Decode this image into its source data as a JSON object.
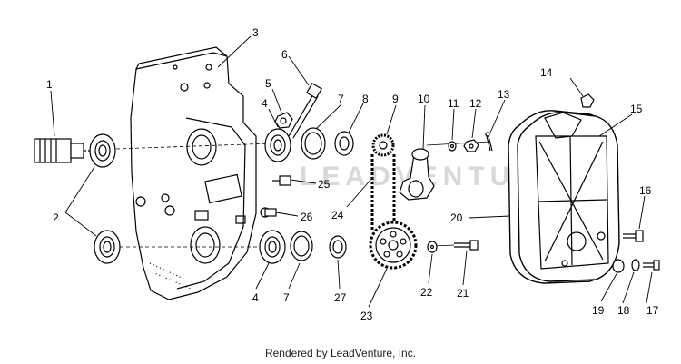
{
  "labels": [
    "1",
    "2",
    "3",
    "4",
    "5",
    "6",
    "7",
    "8",
    "9",
    "10",
    "11",
    "12",
    "13",
    "14",
    "15",
    "16",
    "17",
    "18",
    "19",
    "20",
    "21",
    "22",
    "23",
    "24",
    "25",
    "26",
    "27"
  ],
  "lower_labels": {
    "l4": "4",
    "l7": "7",
    "l27": "27"
  },
  "watermark": "LEADVENTURE",
  "footer": "Rendered by LeadVenture, Inc."
}
